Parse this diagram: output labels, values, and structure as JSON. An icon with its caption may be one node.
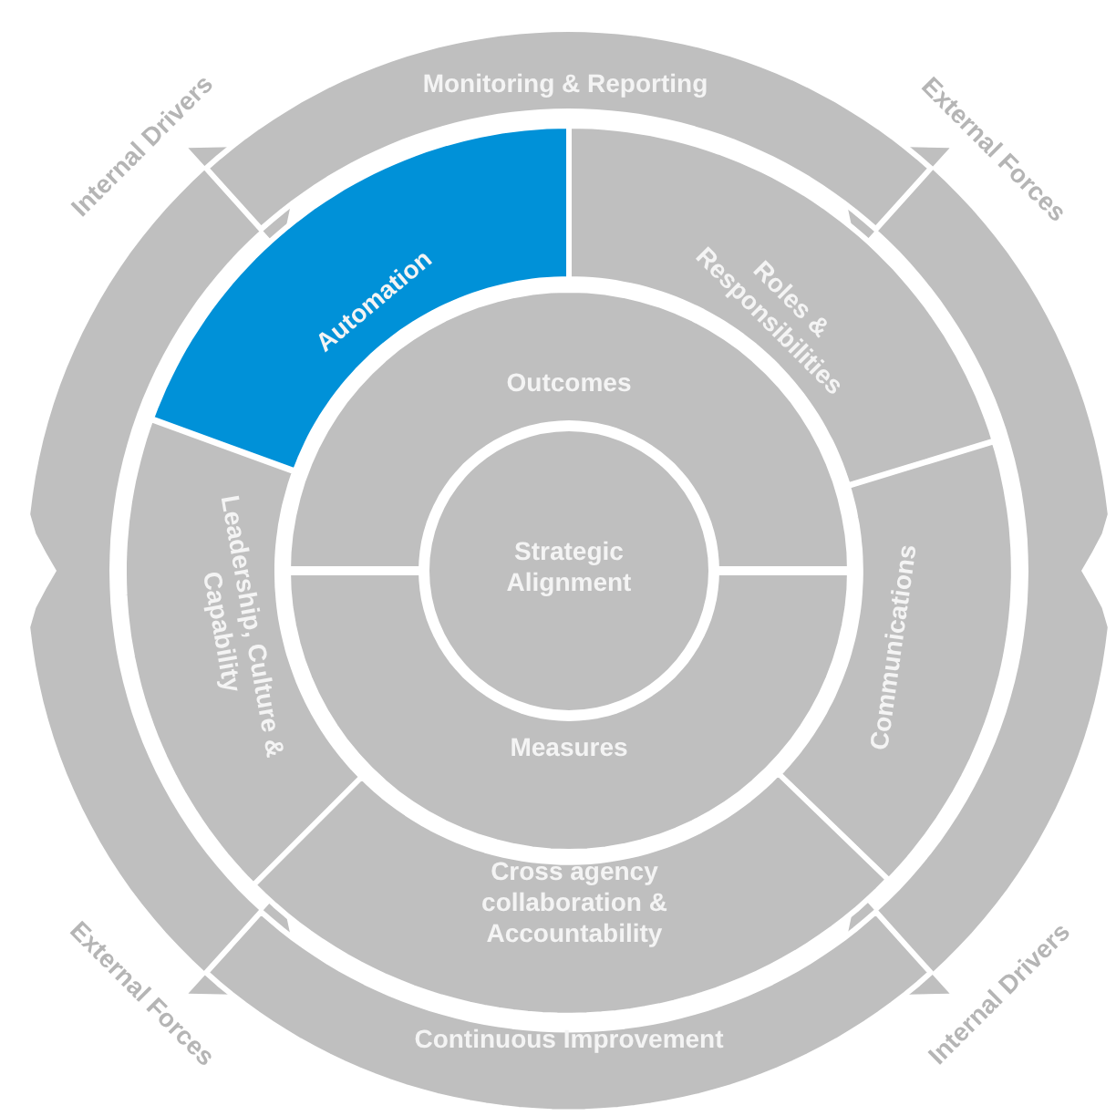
{
  "diagram": {
    "nodes": [
      {
        "text": [
          "Monitoring & Reporting"
        ]
      },
      {
        "text": [
          "Automation"
        ]
      },
      {
        "text": [
          "Roles & Responsibilities"
        ]
      },
      {
        "text": [
          "Outcomes"
        ]
      },
      {
        "text": [
          "Strategic Alignment"
        ]
      },
      {
        "text": [
          "Leadership, Culture & Capability"
        ]
      },
      {
        "text": [
          "Communications"
        ]
      },
      {
        "text": [
          "Measures"
        ]
      },
      {
        "text": [
          "Cross agency collaboration & Accountability"
        ]
      },
      {
        "text": [
          "Continuous Improvement"
        ]
      }
    ],
    "labels": [
      "Internal Drivers",
      "External Forces",
      "External Forces",
      "Internal Drivers"
    ]
  }
}
